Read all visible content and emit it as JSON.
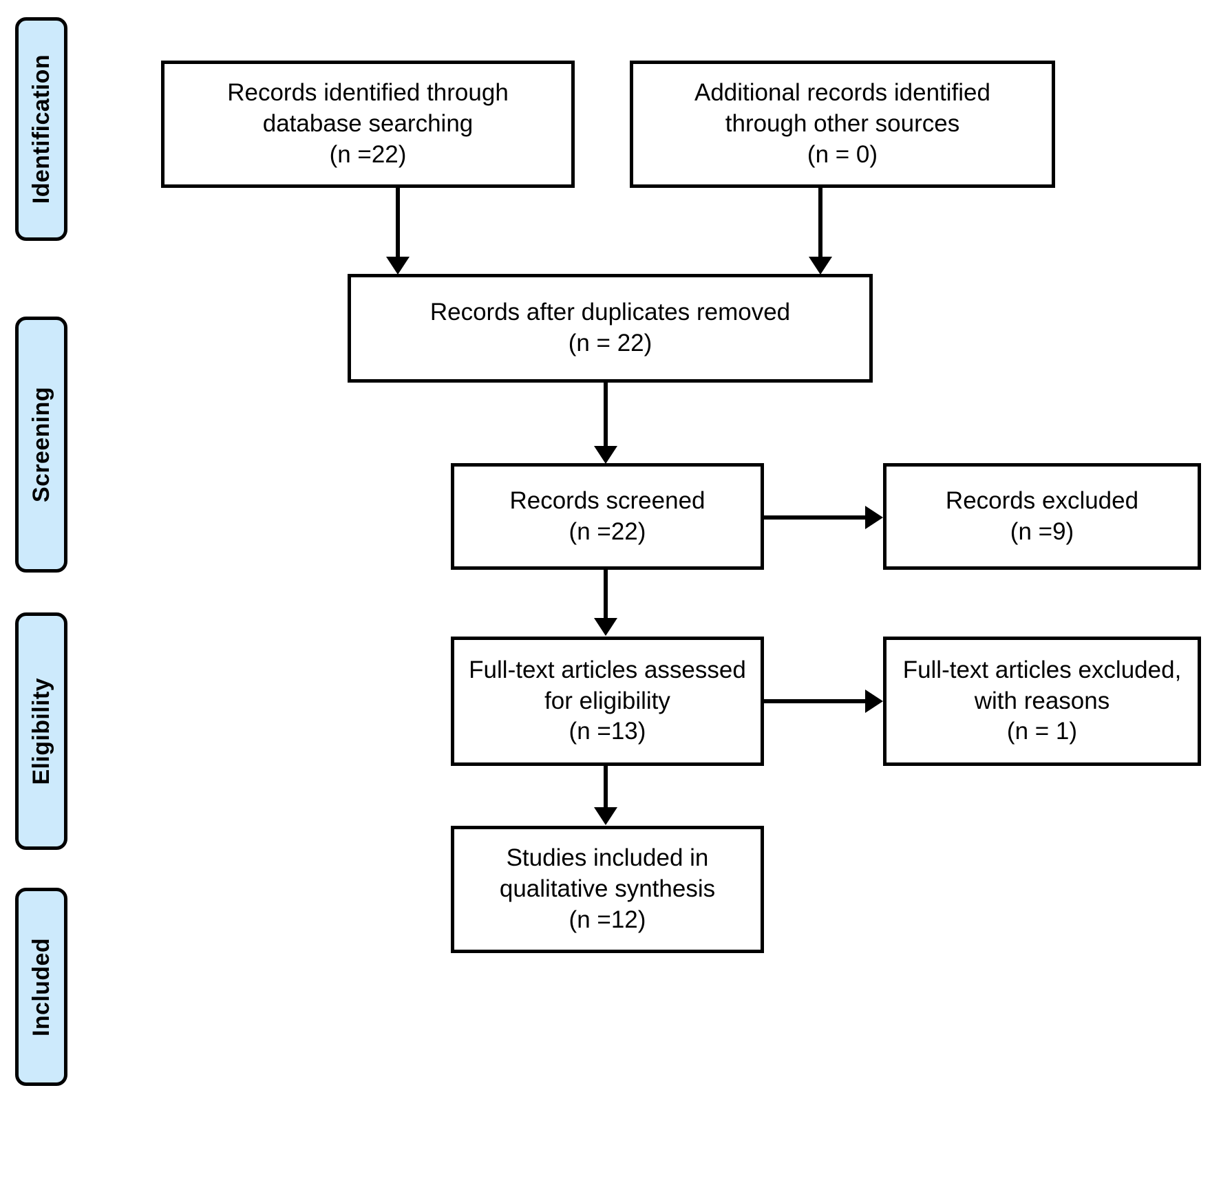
{
  "diagram": {
    "type": "prisma-flow-diagram",
    "stages": [
      {
        "id": "identification",
        "label": "Identification"
      },
      {
        "id": "screening",
        "label": "Screening"
      },
      {
        "id": "eligibility",
        "label": "Eligibility"
      },
      {
        "id": "included",
        "label": "Included"
      }
    ],
    "boxes": [
      {
        "id": "records-identified-database",
        "text": "Records identified through\ndatabase searching\n(n =22)",
        "count": 22
      },
      {
        "id": "additional-records-other-sources",
        "text": "Additional records identified\nthrough other sources\n(n = 0)",
        "count": 0
      },
      {
        "id": "records-after-duplicates-removed",
        "text": "Records after duplicates removed\n(n = 22)",
        "count": 22
      },
      {
        "id": "records-screened",
        "text": "Records screened\n(n =22)",
        "count": 22
      },
      {
        "id": "records-excluded",
        "text": "Records excluded\n(n =9)",
        "count": 9
      },
      {
        "id": "full-text-assessed",
        "text": "Full-text articles assessed\nfor eligibility\n(n =13)",
        "count": 13
      },
      {
        "id": "full-text-excluded",
        "text": "Full-text articles excluded,\nwith reasons\n(n = 1)",
        "count": 1
      },
      {
        "id": "studies-included-qualitative",
        "text": "Studies included in\nqualitative synthesis\n(n =12)",
        "count": 12
      }
    ],
    "colors": {
      "stage_fill": "#cdeafc",
      "stroke": "#000000",
      "box_fill": "#ffffff",
      "background": "#ffffff"
    }
  }
}
